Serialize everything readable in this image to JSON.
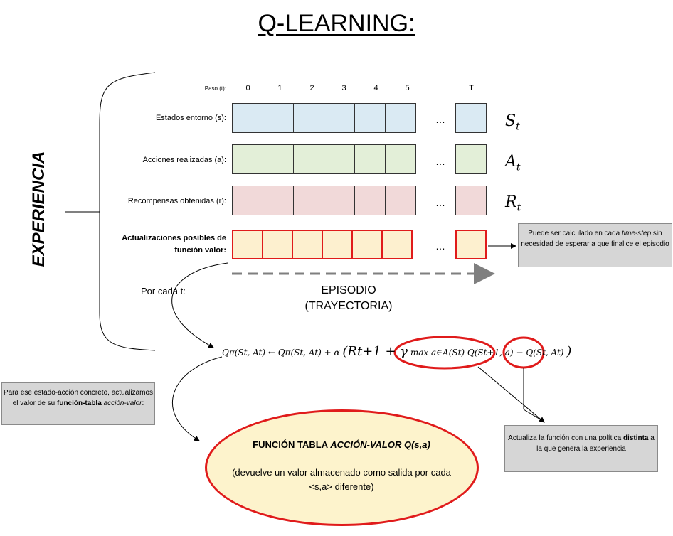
{
  "title": "Q-LEARNING:",
  "side_label": "EXPERIENCIA",
  "table": {
    "step_label": "Paso (t):",
    "steps": [
      "0",
      "1",
      "2",
      "3",
      "4",
      "5",
      "T"
    ],
    "rows": {
      "states": "Estados entorno (s):",
      "actions": "Acciones realizadas (a):",
      "rewards": "Recompensas obtenidas (r):",
      "updates": "Actualizaciones posibles de función valor:"
    },
    "ellipsis": "…",
    "symbols": {
      "states": {
        "base": "S",
        "sub": "t"
      },
      "actions": {
        "base": "A",
        "sub": "t"
      },
      "rewards": {
        "base": "R",
        "sub": "t"
      }
    }
  },
  "episode": {
    "line1": "EPISODIO",
    "line2": "(TRAYECTORIA)"
  },
  "for_each_t": "Por cada t:",
  "formula": {
    "lhs": "Qπ(St, At) ← Qπ(St, At) + α",
    "mid": "(Rt+1 + γ",
    "max_term": "max a∈A(St) Q(St+1, a)",
    "minus": "−",
    "q_term": "Q(St, At)",
    "close": ")"
  },
  "box_right": {
    "pre": "Puede ser calculado en cada ",
    "em": "time-step",
    "post": " sin necesidad de esperar a que finalice el episodio"
  },
  "box_left": {
    "pre": "Para ese estado-acción concreto, actualizamos el valor de su ",
    "strong": "función-tabla",
    "mid": " ",
    "em": "acción-valor",
    "post": ":"
  },
  "box_bottom": {
    "pre": "Actualiza la función con una política ",
    "strong": "distinta",
    "post": " a la que genera la experiencia"
  },
  "ellipse": {
    "title_pre": "FUNCIÓN TABLA ",
    "title_em": "ACCIÓN-VALOR Q(s,a)",
    "desc": "(devuelve un valor almacenado como salida por cada <s,a> diferente)"
  },
  "colors": {
    "accent_red": "#e01b1b",
    "states_fill": "#daeaf3",
    "actions_fill": "#e3efd8",
    "rewards_fill": "#f1d9d9",
    "updates_fill": "#fdf0cf",
    "note_box_fill": "#d6d6d6"
  }
}
